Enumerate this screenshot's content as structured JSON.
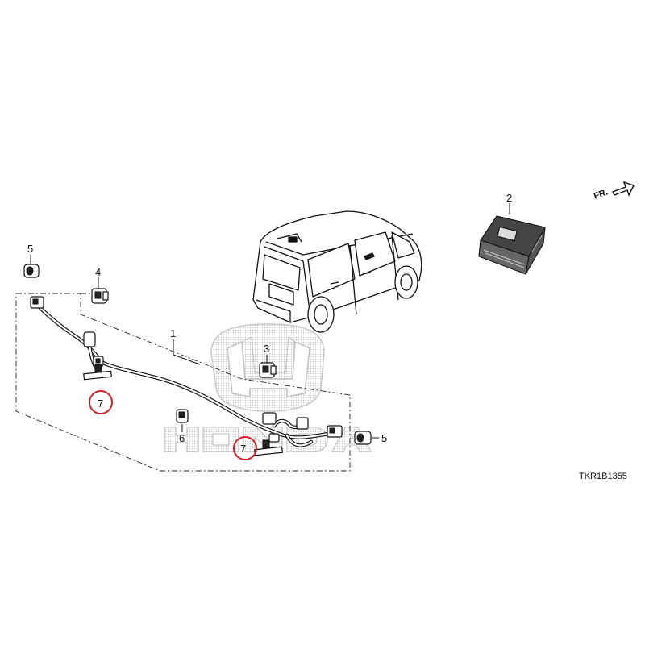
{
  "diagram": {
    "drawing_code": "TKR1B1355",
    "direction_label": "FR.",
    "watermark_text": "HONDA",
    "callouts": [
      {
        "id": "c1",
        "label": "1"
      },
      {
        "id": "c2",
        "label": "2"
      },
      {
        "id": "c3",
        "label": "3"
      },
      {
        "id": "c4",
        "label": "4"
      },
      {
        "id": "c5a",
        "label": "5"
      },
      {
        "id": "c5b",
        "label": "5"
      },
      {
        "id": "c6",
        "label": "6"
      },
      {
        "id": "c7a",
        "label": "7"
      },
      {
        "id": "c7b",
        "label": "7"
      }
    ],
    "colors": {
      "highlight_circle": "#d0202a",
      "line": "#111111",
      "watermark": "#c8c8c8"
    }
  }
}
